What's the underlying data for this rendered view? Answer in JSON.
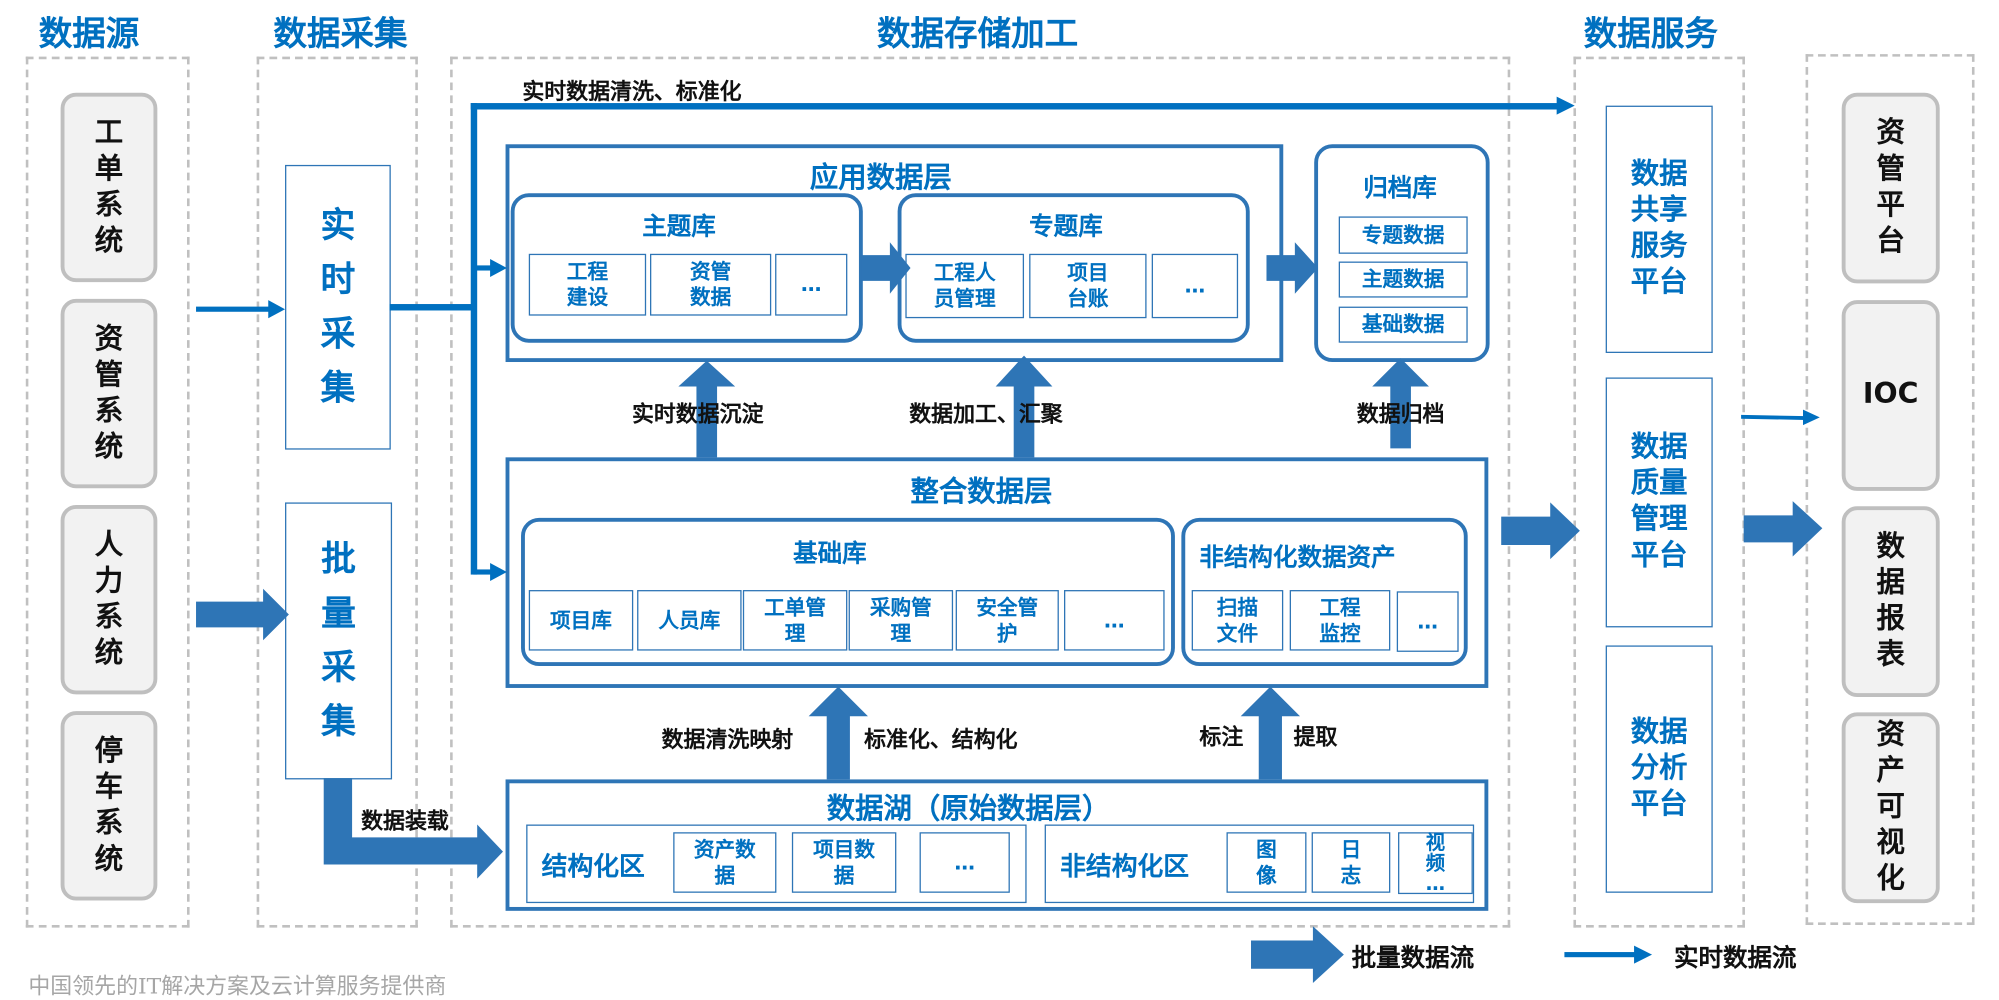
{
  "colors": {
    "accent": "#0070c0",
    "box_border": "#2e75b6",
    "arrow": "#2e75b6",
    "gray_box": "#f2f2f2",
    "dash": "#c0c0c0"
  },
  "titles": {
    "source": "数据源",
    "collect": "数据采集",
    "storage": "数据存储加工",
    "service": "数据服务"
  },
  "sources": [
    "工单系统",
    "资管系统",
    "人力系统",
    "停车系统"
  ],
  "collect": {
    "realtime": "实时采集",
    "batch": "批量采集",
    "load_label": "数据装载"
  },
  "storage": {
    "realtime_clean_label": "实时数据清洗、标准化",
    "app_layer": {
      "title": "应用数据层",
      "theme": {
        "title": "主题库",
        "items": [
          "工程\n建设",
          "资管\n数据",
          "…"
        ]
      },
      "special": {
        "title": "专题库",
        "items": [
          "工程人\n员管理",
          "项目\n台账",
          "…"
        ]
      }
    },
    "archive": {
      "title": "归档库",
      "items": [
        "专题数据",
        "主题数据",
        "基础数据"
      ]
    },
    "up_labels": {
      "deposit": "实时数据沉淀",
      "process": "数据加工、汇聚",
      "archive": "数据归档"
    },
    "integ_layer": {
      "title": "整合数据层",
      "base": {
        "title": "基础库",
        "items": [
          "项目库",
          "人员库",
          "工单管\n理",
          "采购管\n理",
          "安全管\n护",
          "…"
        ]
      },
      "unstruct": {
        "title": "非结构化数据资产",
        "items": [
          "扫描\n文件",
          "工程\n监控",
          "…"
        ]
      }
    },
    "lake_labels": {
      "clean_map": "数据清洗映射",
      "standardize": "标准化、结构化",
      "annotate": "标注",
      "extract": "提取"
    },
    "lake": {
      "title": "数据湖（原始数据层）",
      "struct": {
        "title": "结构化区",
        "items": [
          "资产数\n据",
          "项目数\n据",
          "…"
        ]
      },
      "unstruct": {
        "title": "非结构化区",
        "items": [
          "图\n像",
          "日\n志",
          "视\n频\n…"
        ]
      }
    }
  },
  "services": [
    "数据共享服务平台",
    "数据质量管理平台",
    "数据分析平台"
  ],
  "apps": [
    "资管平台",
    "IOC",
    "数据报表",
    "资产可视化"
  ],
  "legend": {
    "batch": "批量数据流",
    "realtime": "实时数据流"
  },
  "footer": "中国领先的IT解决方案及云计算服务提供商"
}
